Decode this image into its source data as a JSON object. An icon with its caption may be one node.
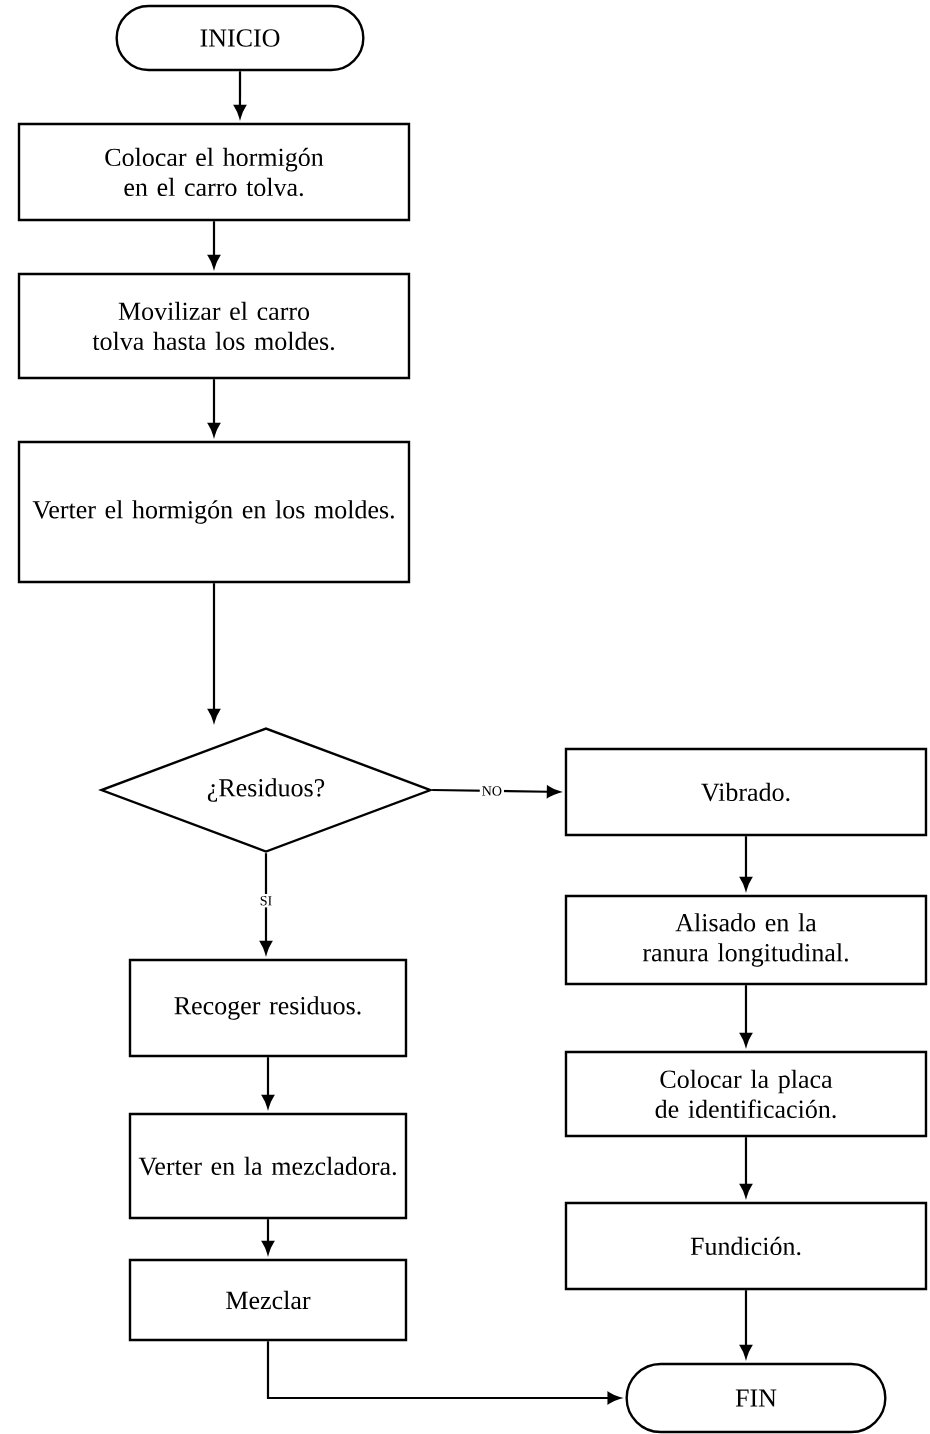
{
  "diagram": {
    "nodes": [
      {
        "text": [
          "INICIO"
        ]
      },
      {
        "text": [
          "Colocar el hormigón en el carro tolva."
        ]
      },
      {
        "text": [
          "Movilizar el carro tolva hasta los moldes."
        ]
      },
      {
        "text": [
          "Verter el hormigón en los moldes."
        ]
      },
      {
        "text": [
          "¿Residuos?"
        ]
      },
      {
        "text": [
          "Recoger residuos."
        ]
      },
      {
        "text": [
          "Verter en la mezcladora."
        ]
      },
      {
        "text": [
          "Mezclar"
        ]
      },
      {
        "text": [
          "Vibrado."
        ]
      },
      {
        "text": [
          "Alisado en la ranura longitudinal."
        ]
      },
      {
        "text": [
          "Colocar la placa de identificación."
        ]
      },
      {
        "text": [
          "Fundición."
        ]
      },
      {
        "text": [
          "FIN"
        ]
      }
    ],
    "edges": [
      {
        "from": 0,
        "to": 1,
        "arrow": "to"
      },
      {
        "from": 1,
        "to": 2,
        "arrow": "to"
      },
      {
        "from": 2,
        "to": 3,
        "arrow": "to"
      },
      {
        "from": 3,
        "to": 4,
        "arrow": "to"
      },
      {
        "from": 4,
        "to": 8,
        "arrow": "to",
        "label": "NO"
      },
      {
        "from": 4,
        "to": 5,
        "arrow": "to",
        "label": "SI"
      },
      {
        "from": 5,
        "to": 6,
        "arrow": "to"
      },
      {
        "from": 6,
        "to": 7,
        "arrow": "to"
      },
      {
        "from": 7,
        "to": 12,
        "arrow": "to"
      },
      {
        "from": 8,
        "to": 9,
        "arrow": "to"
      },
      {
        "from": 9,
        "to": 10,
        "arrow": "to"
      },
      {
        "from": 10,
        "to": 11,
        "arrow": "to"
      },
      {
        "from": 11,
        "to": 12,
        "arrow": "to"
      }
    ]
  }
}
